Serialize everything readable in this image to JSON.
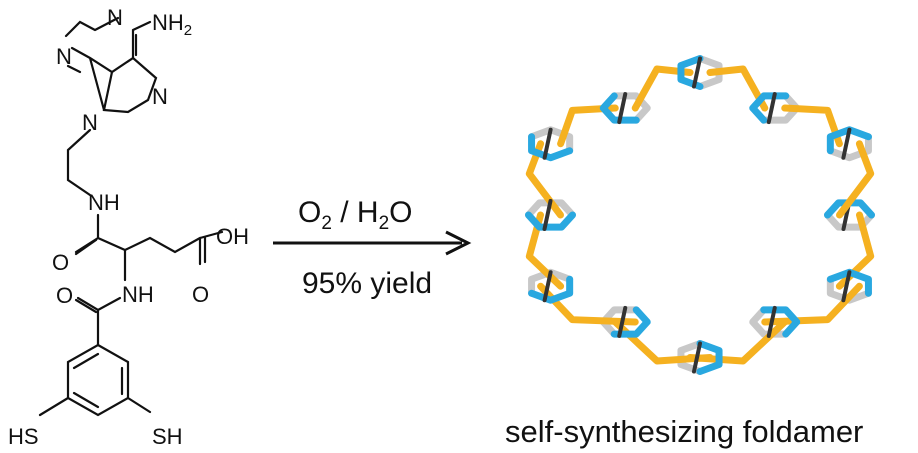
{
  "molecule": {
    "labels": {
      "nh2": "NH",
      "nh2_sub": "2",
      "n1": "N",
      "n2": "N",
      "n3": "N",
      "n4": "N",
      "nh_amide1": "NH",
      "o_amide1": "O",
      "oh": "OH",
      "o_acid": "O",
      "nh_amide2": "NH",
      "o_amide2": "O",
      "hs": "HS",
      "sh": "SH"
    }
  },
  "reaction": {
    "reagent_o": "O",
    "reagent_o_sub": "2",
    "reagent_sep": " / H",
    "reagent_h_sub": "2",
    "reagent_o2": "O",
    "yield": "95% yield"
  },
  "product": {
    "caption": "self-synthesizing foldamer",
    "colors": {
      "carbon": "#29a8e0",
      "sulfur": "#f5b120",
      "hydrogen": "#c8c8c8",
      "dark": "#333333"
    }
  }
}
